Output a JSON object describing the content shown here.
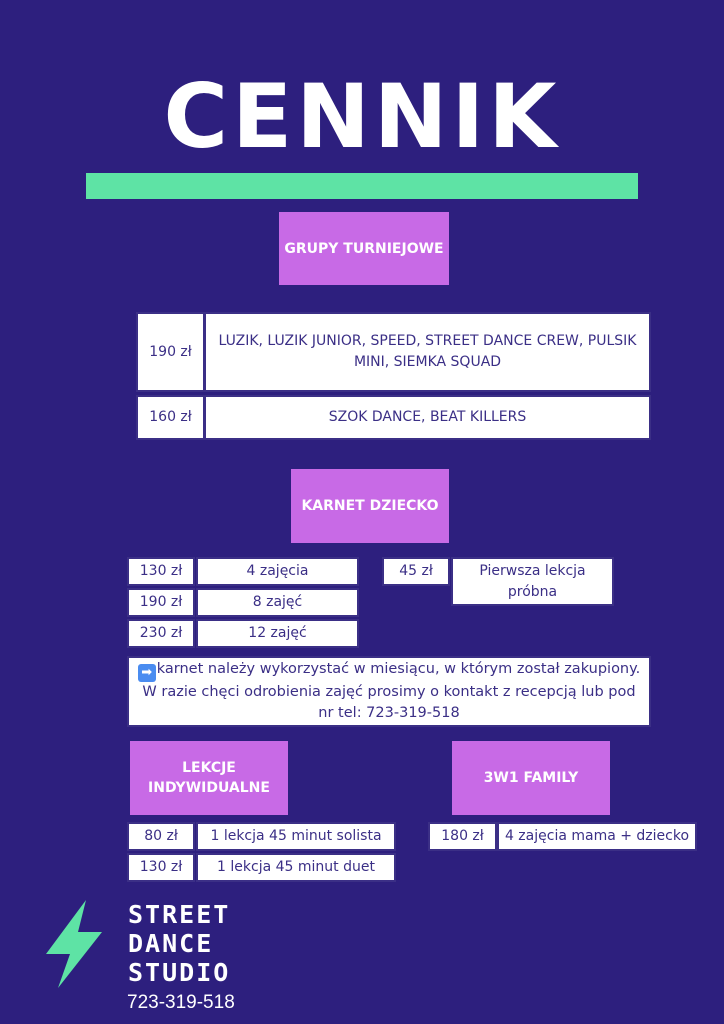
{
  "title": "CENNIK",
  "colors": {
    "background": "#2d1f7e",
    "accent_green": "#5ee3a5",
    "heading_purple": "#c86ae6",
    "text": "#3b2f86"
  },
  "groups": {
    "heading": "GRUPY TURNIEJOWE",
    "rows": [
      {
        "price": "190 zł",
        "desc": "LUZIK, LUZIK JUNIOR, SPEED, STREET DANCE CREW, PULSIK MINI, SIEMKA SQUAD"
      },
      {
        "price": "160 zł",
        "desc": "SZOK DANCE, BEAT KILLERS"
      }
    ]
  },
  "kids": {
    "heading": "KARNET DZIECKO",
    "rows": [
      {
        "price": "130 zł",
        "desc": "4 zajęcia"
      },
      {
        "price": "190 zł",
        "desc": "8 zajęć"
      },
      {
        "price": "230 zł",
        "desc": "12 zajęć"
      }
    ],
    "trial": {
      "price": "45 zł",
      "desc": "Pierwsza lekcja próbna"
    },
    "note": "karnet należy wykorzystać w miesiącu, w którym został zakupiony. W razie chęci odrobienia zajęć prosimy o kontakt z recepcją lub pod nr tel: 723-319-518"
  },
  "individual": {
    "heading": "LEKCJE INDYWIDUALNE",
    "rows": [
      {
        "price": "80 zł",
        "desc": "1 lekcja 45 minut solista"
      },
      {
        "price": "130 zł",
        "desc": "1 lekcja 45 minut duet"
      }
    ]
  },
  "family": {
    "heading": "3W1 FAMILY",
    "rows": [
      {
        "price": "180 zł",
        "desc": "4 zajęcia mama + dziecko"
      }
    ]
  },
  "brand": {
    "line1": "STREET",
    "line2": "DANCE",
    "line3": "STUDIO",
    "phone": "723-319-518",
    "icon": "lightning-bolt-icon"
  }
}
